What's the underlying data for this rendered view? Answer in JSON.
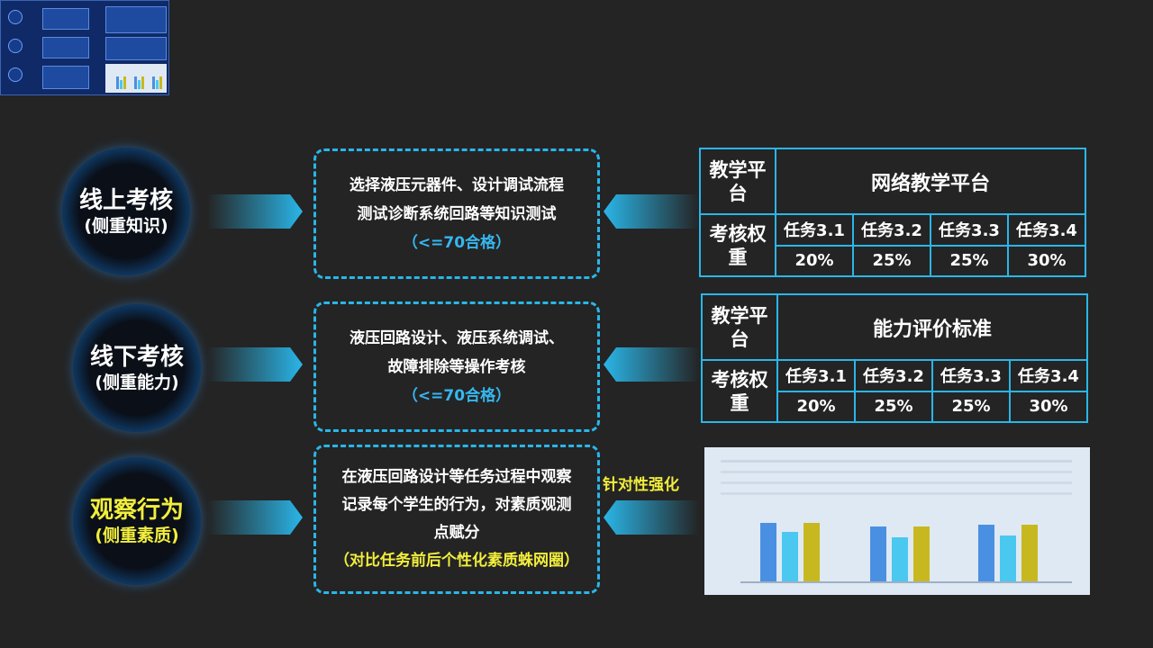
{
  "rows": [
    {
      "circle": {
        "title": "线上考核",
        "subtitle": "(侧重知识)"
      },
      "box": {
        "line1": "选择液压元器件、设计调试流程",
        "line2": "测试诊断系统回路等知识测试",
        "note": "（<=70合格）"
      }
    },
    {
      "circle": {
        "title": "线下考核",
        "subtitle": "(侧重能力)"
      },
      "box": {
        "line1": "液压回路设计、液压系统调试、",
        "line2": "故障排除等操作考核",
        "note": "（<=70合格）"
      }
    },
    {
      "circle": {
        "title": "观察行为",
        "subtitle": "(侧重素质)"
      },
      "box": {
        "line1": "在液压回路设计等任务过程中观察",
        "line2": "记录每个学生的行为，对素质观测",
        "line3": "点赋分",
        "note": "（对比任务前后个性化素质蛛网圈）"
      }
    }
  ],
  "tables": [
    {
      "platform_label": "教学平台",
      "title": "网络教学平台",
      "weight_label": "考核权重",
      "tasks": [
        "任务3.1",
        "任务3.2",
        "任务3.3",
        "任务3.4"
      ],
      "weights": [
        "20%",
        "25%",
        "25%",
        "30%"
      ]
    },
    {
      "platform_label": "教学平台",
      "title": "能力评价标准",
      "weight_label": "考核权重",
      "tasks": [
        "任务3.1",
        "任务3.2",
        "任务3.3",
        "任务3.4"
      ],
      "weights": [
        "20%",
        "25%",
        "25%",
        "30%"
      ]
    }
  ],
  "side_note": "针对性强化",
  "colors": {
    "accent": "#2ab6e8",
    "highlight": "#f2ee3c",
    "background": "#242424"
  }
}
